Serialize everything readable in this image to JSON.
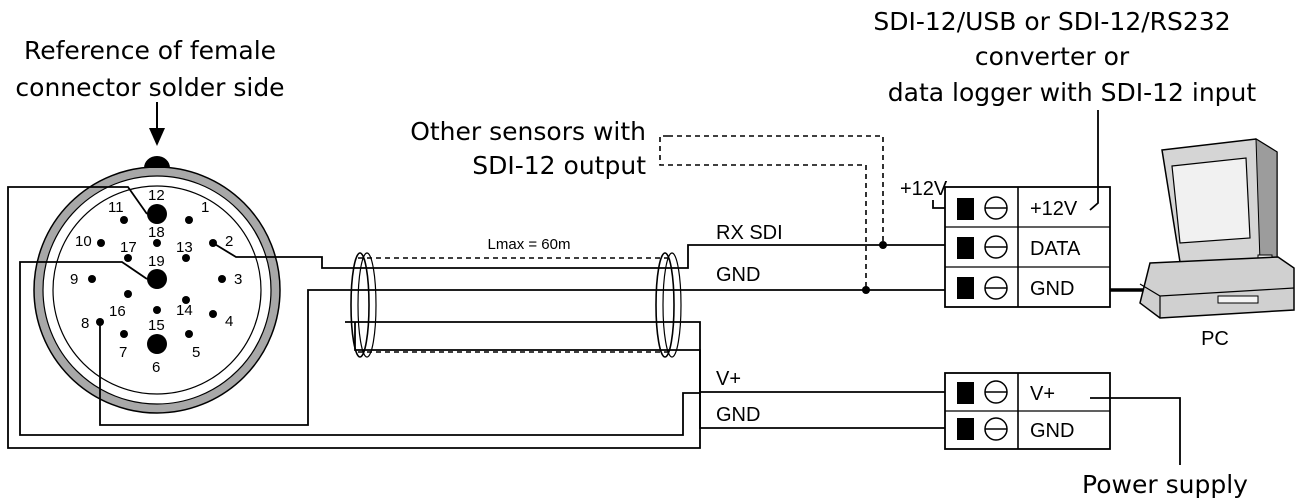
{
  "connector_caption": [
    "Reference of female",
    "connector solder side"
  ],
  "pins": [
    "1",
    "2",
    "3",
    "4",
    "5",
    "6",
    "7",
    "8",
    "9",
    "10",
    "11",
    "12",
    "13",
    "14",
    "15",
    "16",
    "17",
    "18",
    "19"
  ],
  "cable_length_label": "Lmax = 60m",
  "other_sensors_label": [
    "Other sensors with",
    "SDI-12 output"
  ],
  "converter_caption": [
    "SDI-12/USB or SDI-12/RS232",
    "converter or",
    "data logger with SDI-12 input"
  ],
  "wire_labels": {
    "rx_sdi": "RX SDI",
    "gnd_signal": "GND",
    "v_plus": "V+",
    "gnd_power": "GND",
    "plus_12v": "+12V"
  },
  "converter_terminals": [
    "+12V",
    "DATA",
    "GND"
  ],
  "power_terminals": [
    "V+",
    "GND"
  ],
  "pc_label": "PC",
  "power_supply_label": "Power supply"
}
